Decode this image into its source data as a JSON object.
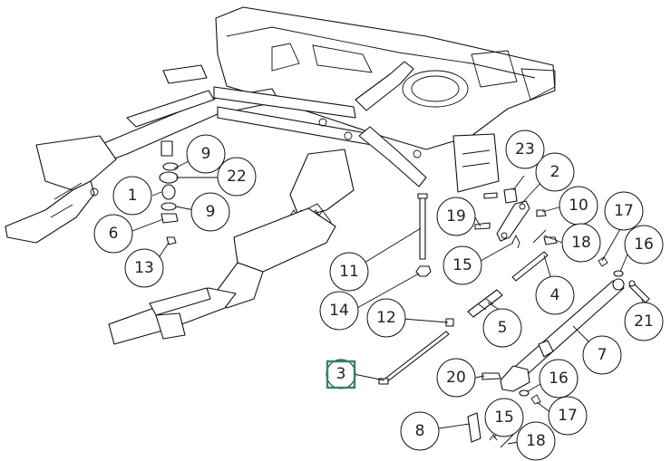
{
  "diagram": {
    "callouts": [
      {
        "id": "c1",
        "label": "1"
      },
      {
        "id": "c2",
        "label": "2"
      },
      {
        "id": "c3",
        "label": "3"
      },
      {
        "id": "c4",
        "label": "4"
      },
      {
        "id": "c5",
        "label": "5"
      },
      {
        "id": "c6",
        "label": "6"
      },
      {
        "id": "c7",
        "label": "7"
      },
      {
        "id": "c8",
        "label": "8"
      },
      {
        "id": "c9a",
        "label": "9"
      },
      {
        "id": "c9b",
        "label": "9"
      },
      {
        "id": "c10",
        "label": "10"
      },
      {
        "id": "c11",
        "label": "11"
      },
      {
        "id": "c12",
        "label": "12"
      },
      {
        "id": "c13",
        "label": "13"
      },
      {
        "id": "c14",
        "label": "14"
      },
      {
        "id": "c15a",
        "label": "15"
      },
      {
        "id": "c15b",
        "label": "15"
      },
      {
        "id": "c16a",
        "label": "16"
      },
      {
        "id": "c16b",
        "label": "16"
      },
      {
        "id": "c17a",
        "label": "17"
      },
      {
        "id": "c17b",
        "label": "17"
      },
      {
        "id": "c18a",
        "label": "18"
      },
      {
        "id": "c18b",
        "label": "18"
      },
      {
        "id": "c19",
        "label": "19"
      },
      {
        "id": "c20",
        "label": "20"
      },
      {
        "id": "c21",
        "label": "21"
      },
      {
        "id": "c22",
        "label": "22"
      },
      {
        "id": "c23",
        "label": "23"
      }
    ],
    "highlighted": "3",
    "highlight_color": "#2e8b57"
  }
}
